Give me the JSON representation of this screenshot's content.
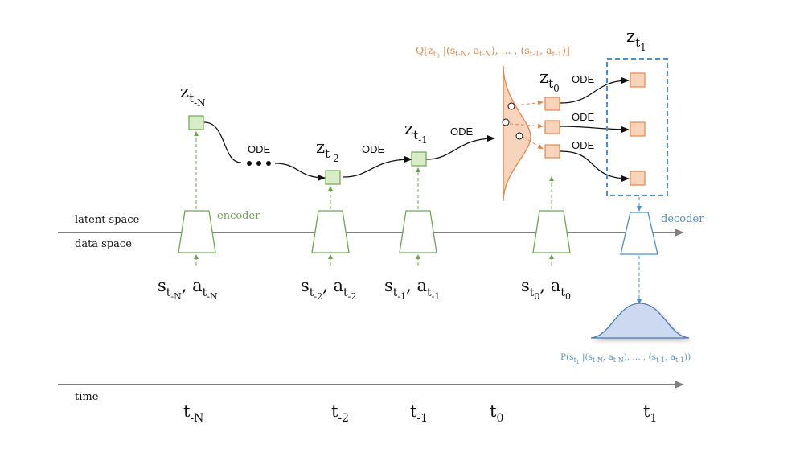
{
  "colors": {
    "green": "#6aaa4a",
    "green_fill": "#d8ecc8",
    "orange": "#e8854a",
    "orange_fill": "#f9d4bc",
    "blue": "#4a90d0",
    "blue_fill": "#cdd9f0",
    "axis": "#808080",
    "black": "#111111"
  },
  "axes": {
    "latent_label": "latent space",
    "data_label": "data space",
    "time_label": "time"
  },
  "labels": {
    "encoder": "encoder",
    "decoder": "decoder",
    "ode": "ODE"
  },
  "latent": {
    "z_tN": {
      "base": "z",
      "sub": "t",
      "subsub": "-N"
    },
    "z_t2": {
      "base": "z",
      "sub": "t",
      "subsub": "-2"
    },
    "z_t1m": {
      "base": "z",
      "sub": "t",
      "subsub": "-1"
    },
    "z_t0": {
      "base": "z",
      "sub": "t",
      "subsub": "0"
    },
    "z_t1": {
      "base": "z",
      "sub": "t",
      "subsub": "1"
    }
  },
  "inputs": {
    "in_tN": {
      "s": "s",
      "a": "a",
      "sub": "t",
      "subsub": "-N"
    },
    "in_t2": {
      "s": "s",
      "a": "a",
      "sub": "t",
      "subsub": "-2"
    },
    "in_t1m": {
      "s": "s",
      "a": "a",
      "sub": "t",
      "subsub": "-1"
    },
    "in_t0": {
      "s": "s",
      "a": "a",
      "sub": "t",
      "subsub": "0"
    }
  },
  "times": {
    "tN": {
      "base": "t",
      "sub": "-N"
    },
    "t2": {
      "base": "t",
      "sub": "-2"
    },
    "t1m": {
      "base": "t",
      "sub": "-1"
    },
    "t0": {
      "base": "t",
      "sub": "0"
    },
    "t1": {
      "base": "t",
      "sub": "1"
    }
  },
  "formulas": {
    "q_dist": "Q[zt0 |(st-N, at-N), ... , (st-1, at-1)]",
    "p_dist": "P(st1 |(st-N, at-N), ... , (st-1, at-1))"
  }
}
